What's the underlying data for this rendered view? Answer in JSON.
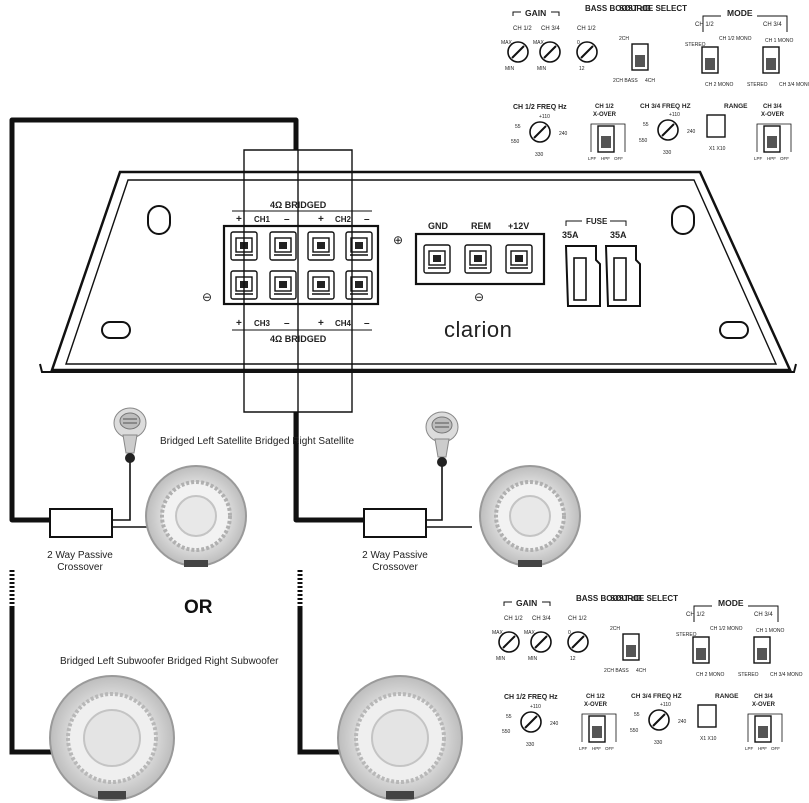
{
  "amplifier": {
    "brand": "clarion",
    "top_bridge_label": "4Ω BRIDGED",
    "bottom_bridge_label": "4Ω BRIDGED",
    "ch1": "CH1",
    "ch2": "CH2",
    "ch3": "CH3",
    "ch4": "CH4",
    "plus": "+",
    "minus": "–",
    "ground_symbol": "⊖",
    "plus_symbol": "⊕",
    "power_terminals": [
      "GND",
      "REM",
      "+12V"
    ],
    "fuse_label": "FUSE",
    "fuse_ratings": [
      "35A",
      "35A"
    ]
  },
  "control_panel": {
    "gain_label": "GAIN",
    "bass_boost_label": "BASS BOOST dB",
    "source_select_label": "SOURCE SELECT",
    "mode_label": "MODE",
    "ch12": "CH 1/2",
    "ch34": "CH 3/4",
    "max": "MAX",
    "min": "MIN",
    "bass_zero": "0",
    "bass_max": "12",
    "source_2ch": "2CH",
    "source_2ch_bass": "2CH BASS",
    "source_4ch": "4CH",
    "stereo": "STEREO",
    "ch12_mono": "CH 1/2 MONO",
    "ch2_mono": "CH 2 MONO",
    "ch1_mono": "CH 1 MONO",
    "ch34_mono": "CH 3/4 MONO",
    "freq12_label": "CH 1/2 FREQ Hz",
    "freq34_label": "CH 3/4 FREQ HZ",
    "range_label": "RANGE",
    "xover_label": "X-OVER",
    "freq_top": "+110",
    "freq_left_top": "55",
    "freq_left_bottom": "550",
    "freq_right": "240",
    "freq_bottom": "330",
    "range_values": "X1 X10",
    "lpf": "LPF",
    "hpf": "HPF",
    "off": "OFF"
  },
  "labels": {
    "satellites_caption": "Bridged Left Satellite Bridged Right Satellite",
    "crossover_left": "2 Way Passive Crossover",
    "crossover_right": "2 Way Passive Crossover",
    "or": "OR",
    "subwoofers_caption": "Bridged Left Subwoofer  Bridged Right Subwoofer"
  }
}
